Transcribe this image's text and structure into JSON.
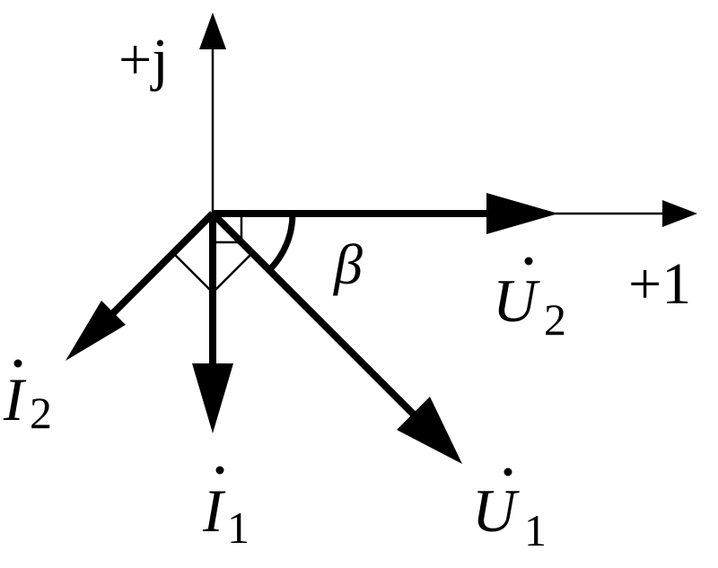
{
  "axes": {
    "imag_label": "+j",
    "real_label": "+1"
  },
  "phasors": {
    "u2": {
      "letter": "U",
      "sub": "2"
    },
    "u1": {
      "letter": "U",
      "sub": "1"
    },
    "i1": {
      "letter": "I",
      "sub": "1"
    },
    "i2": {
      "letter": "I",
      "sub": "2"
    }
  },
  "angle": {
    "symbol": "β"
  },
  "colors": {
    "ink": "#000000",
    "background": "#ffffff"
  }
}
